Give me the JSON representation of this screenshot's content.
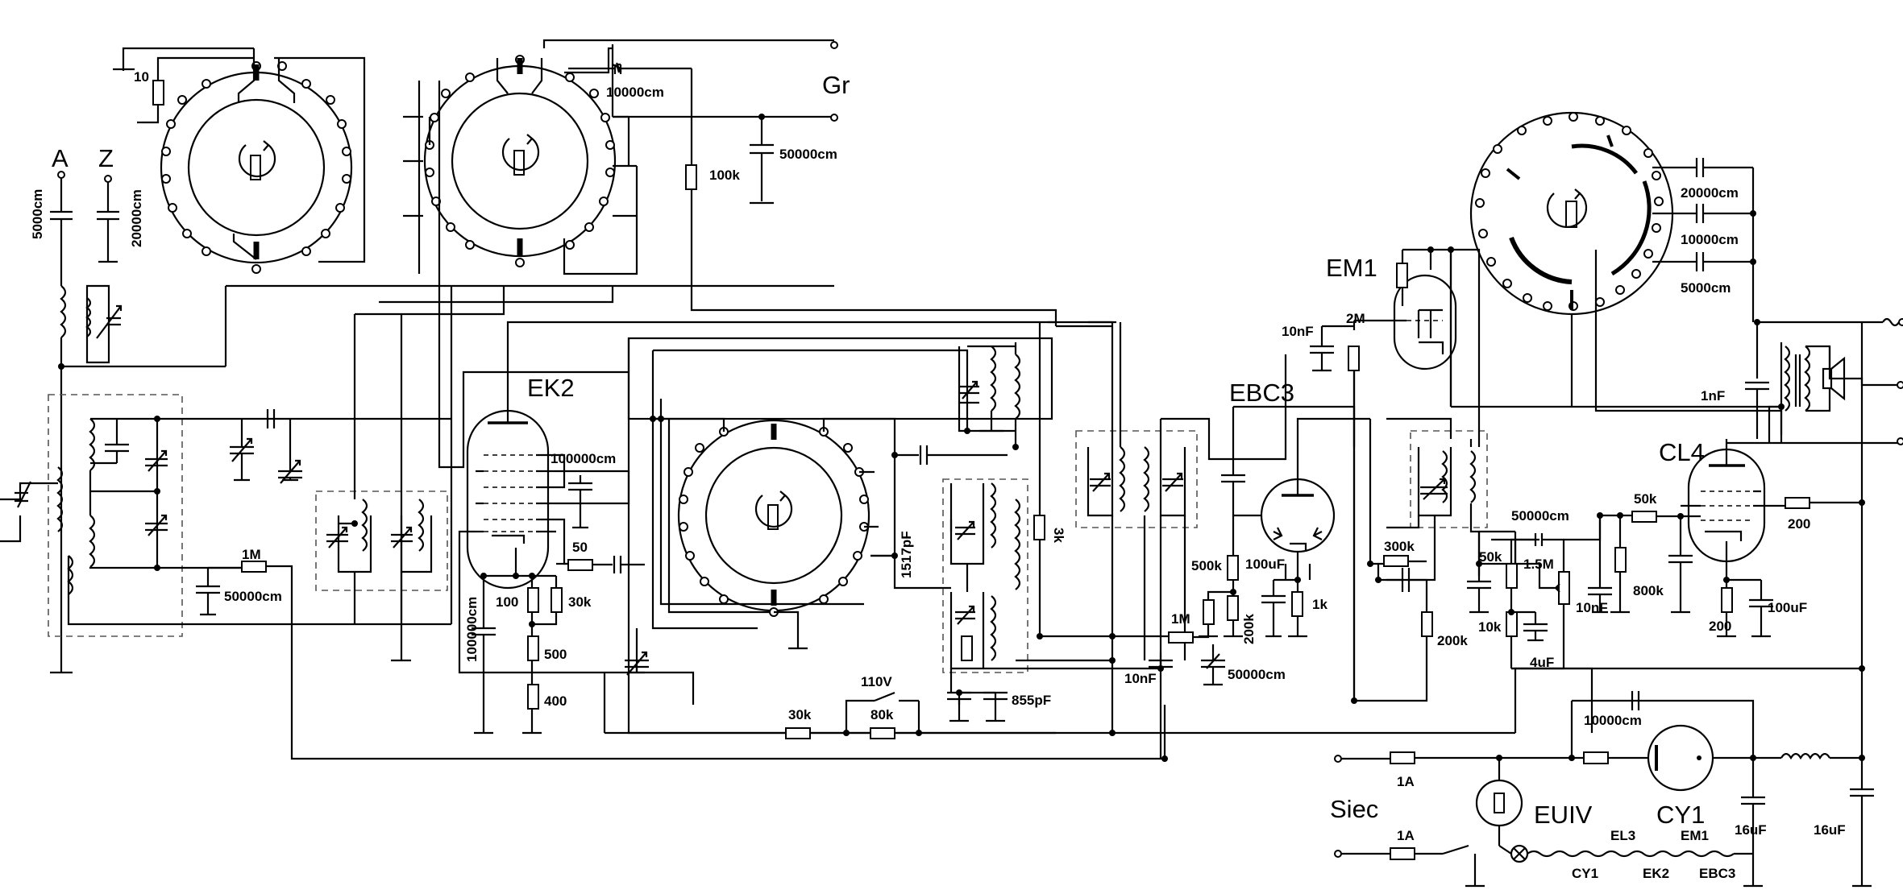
{
  "tubes": {
    "ek2": "EK2",
    "ebc3": "EBC3",
    "em1": "EM1",
    "cl4": "CL4",
    "euiv": "EUIV",
    "cy1": "CY1"
  },
  "terminals": {
    "antenna": "A",
    "ground": "Z",
    "gramophone": "Gr",
    "mains": "Siec"
  },
  "capacitors": {
    "c5000": "5000cm",
    "c20000": "20000cm",
    "c10000_top": "10000cm",
    "c50000_top": "50000cm",
    "c50000_left": "50000cm",
    "c100000_ek2": "100000cm",
    "c100000_cath": "100000cm",
    "c1517": "1517pF",
    "c855": "855pF",
    "c10nF_det": "10nF",
    "c10nF_em1": "10nF",
    "c100uF_ebc3": "100uF",
    "c50000_ebc3": "50000cm",
    "c50000_tone": "50000cm",
    "c10nF_tone": "10nF",
    "c4uF": "4uF",
    "c100uF_cl4": "100uF",
    "c1nF": "1nF",
    "c20000_r": "20000cm",
    "c10000_r": "10000cm",
    "c5000_r": "5000cm",
    "c10000_ps": "10000cm",
    "c16uF_a": "16uF",
    "c16uF_b": "16uF"
  },
  "resistors": {
    "r10": "10",
    "r100k": "100k",
    "r1M_left": "1M",
    "r50": "50",
    "r100": "100",
    "r30k_ek2": "30k",
    "r500": "500",
    "r400": "400",
    "r30k": "30k",
    "r80k": "80k",
    "r3k": "3k",
    "r1M_det": "1M",
    "r500k": "500k",
    "r200k": "200k",
    "r1k": "1k",
    "r300k": "300k",
    "r200k_b": "200k",
    "r2M": "2M",
    "r50k": "50k",
    "r1_5M": "1.5M",
    "r10k": "10k",
    "r50k_cl4": "50k",
    "r800k": "800k",
    "r200_cl4": "200",
    "r200_grid": "200"
  },
  "misc": {
    "switch_label": "110V",
    "fuse_a": "1A",
    "fuse_b": "1A",
    "heater_el3": "EL3",
    "heater_em1": "EM1",
    "heater_cy1": "CY1",
    "heater_ek2": "EK2",
    "heater_ebc3": "EBC3"
  }
}
